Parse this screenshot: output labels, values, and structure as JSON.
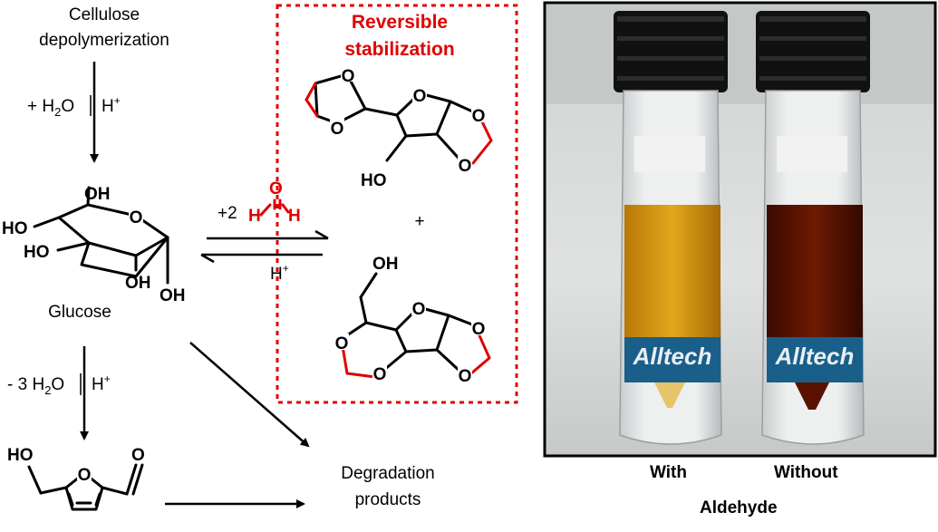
{
  "left": {
    "cellulose_line1": "Cellulose",
    "cellulose_line2": "depolymerization",
    "step1_water": "+ H2O",
    "step1_acid": "H+",
    "glucose_label": "Glucose",
    "step2_water": "- 3 H2O",
    "step2_acid": "H+",
    "degradation_line1": "Degradation",
    "degradation_line2": "products"
  },
  "middle": {
    "reagent_prefix": "+2",
    "acid_reverse": "H+",
    "plus": "+"
  },
  "box": {
    "title_line1": "Reversible",
    "title_line2": "stabilization"
  },
  "photo": {
    "label_with": "With",
    "label_without": "Without",
    "label_aldehyde": "Aldehyde",
    "vial_brand": "Alltech"
  },
  "colors": {
    "red": "#e00000",
    "vial_with_liquid": "#d99a10",
    "vial_without_liquid": "#5a1200",
    "vial_cap": "#111111"
  }
}
